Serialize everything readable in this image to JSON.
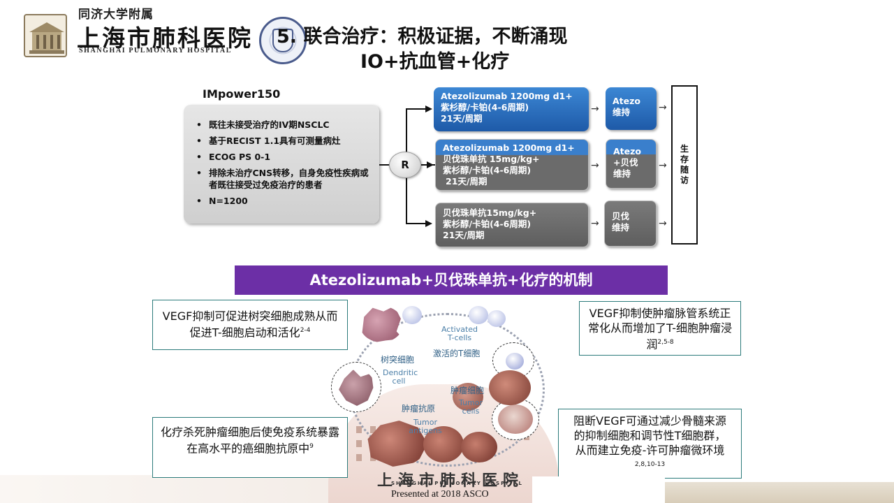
{
  "header": {
    "hospital_small": "同济大学附属",
    "hospital_big": "上海市肺科医院",
    "hospital_en": "SHANGHAI PULMONARY HOSPITAL",
    "title_line1": "5. 联合治疗：积极证据，不断涌现",
    "title_line2": "IO+抗血管+化疗"
  },
  "trial": {
    "name": "IMpower150",
    "criteria": [
      "既往未接受治疗的IV期NSCLC",
      "基于RECIST 1.1具有可测量病灶",
      "ECOG PS 0-1",
      "排除未治疗CNS转移，自身免疫性疾病或者既往接受过免疫治疗的患者",
      "N=1200"
    ],
    "randomization": "R",
    "arms": [
      {
        "lines": [
          "Atezolizumab 1200mg d1+",
          "紫杉醇/卡铂(4-6周期)",
          "21天/周期"
        ],
        "maintenance": [
          "Atezo",
          "维持"
        ]
      },
      {
        "lines": [
          "Atezolizumab 1200mg d1+",
          "贝伐珠单抗 15mg/kg+",
          "紫杉醇/卡铂(4-6周期)",
          "21天/周期"
        ],
        "maintenance": [
          "Atezo",
          "+贝伐",
          "维持"
        ]
      },
      {
        "lines": [
          "贝伐珠单抗15mg/kg+",
          "紫杉醇/卡铂(4-6周期)",
          "21天/周期"
        ],
        "maintenance": [
          "贝伐",
          "维持"
        ]
      }
    ],
    "endpoint": "生存随访"
  },
  "mechanism": {
    "banner": "Atezolizumab+贝伐珠单抗+化疗的机制",
    "box_top_left": {
      "text": "VEGF抑制可促进树突细胞成熟从而促进T-细胞启动和活化",
      "sup": "2-4"
    },
    "box_top_right": {
      "text": "VEGF抑制使肿瘤脉管系统正常化从而增加了T-细胞肿瘤浸润",
      "sup": "2,5-8"
    },
    "box_bottom_left": {
      "text": "化疗杀死肿瘤细胞后使免疫系统暴露在高水平的癌细胞抗原中",
      "sup": "9"
    },
    "box_bottom_right": {
      "text": "阻断VEGF可通过减少骨髓来源的抑制细胞和调节性T细胞群，从而建立免疫-许可肿瘤微环境",
      "sup": "2,8,10-13"
    },
    "labels": {
      "activated_en": "Activated T-cells",
      "activated_cn": "激活的T细胞",
      "dendritic_cn": "树突细胞",
      "dendritic_en": "Dendritic cell",
      "tumor_cells_cn": "肿瘤细胞",
      "tumor_cells_en": "Tumor cells",
      "tumor_antigen_cn": "肿瘤抗原",
      "tumor_antigen_en": "Tumor antigens"
    },
    "watermark_cn": "上海市肺科医院",
    "watermark_en": "SHANGHAI PULMONARY HOSPITAL"
  },
  "footer": "Presented at 2018 ASCO"
}
